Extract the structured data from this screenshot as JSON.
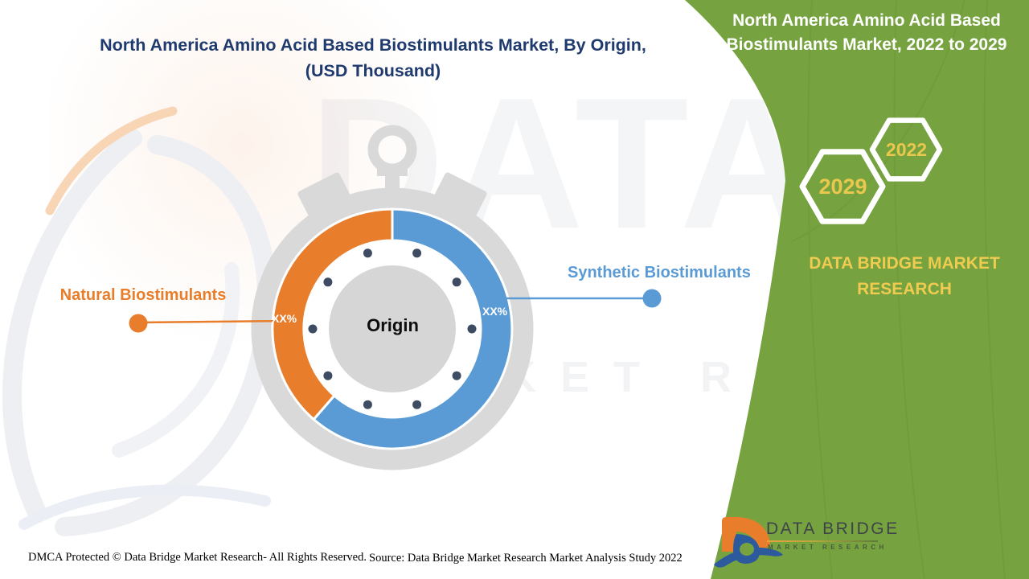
{
  "title": {
    "line1": "North America Amino Acid Based Biostimulants Market, By Origin,",
    "line2": "(USD Thousand)"
  },
  "panel": {
    "title_line1": "North America Amino Acid Based",
    "title_line2": "Biostimulants Market, 2022 to 2029",
    "forecast_year": "2029",
    "base_year": "2022",
    "brand_line1": "DATA BRIDGE MARKET",
    "brand_line2": "RESEARCH"
  },
  "chart": {
    "center_label": "Origin",
    "left_segment": {
      "label": "Natural Biostimulants",
      "value": "XX%",
      "color": "#E87D2B"
    },
    "right_segment": {
      "label": "Synthetic Biostimulants",
      "value": "XX%",
      "color": "#5B9BD5"
    }
  },
  "chart_data": {
    "type": "pie",
    "title": "North America Amino Acid Based Biostimulants Market, By Origin, (USD Thousand)",
    "center_label": "Origin",
    "categories": [
      "Synthetic Biostimulants",
      "Natural Biostimulants"
    ],
    "value_labels": [
      "XX%",
      "XX%"
    ],
    "estimated_arc_percent": [
      61,
      39
    ],
    "colors": [
      "#5B9BD5",
      "#E87D2B"
    ],
    "period": "2022 to 2029",
    "legend_position": "callout-labels",
    "style": "donut styled as stopwatch with 10 tick dots"
  },
  "watermark": {
    "text_top": "DATA BRIDGE",
    "text_bottom": "MARKET RESEARCH"
  },
  "logo": {
    "brand": "DATA BRIDGE",
    "tagline": "MARKET RESEARCH"
  },
  "footer": {
    "dmca": "DMCA Protected © Data Bridge Market Research- All Rights Reserved.",
    "source": "Source: Data Bridge Market Research Market Analysis Study 2022"
  },
  "colors": {
    "panel_green": "#76A240",
    "gold": "#E9C84D",
    "title_blue": "#1F3A6E",
    "natural_orange": "#E87D2B",
    "synthetic_blue": "#5B9BD5",
    "watch_gray": "#D9D9D9",
    "tick_navy": "#3D4C63"
  }
}
